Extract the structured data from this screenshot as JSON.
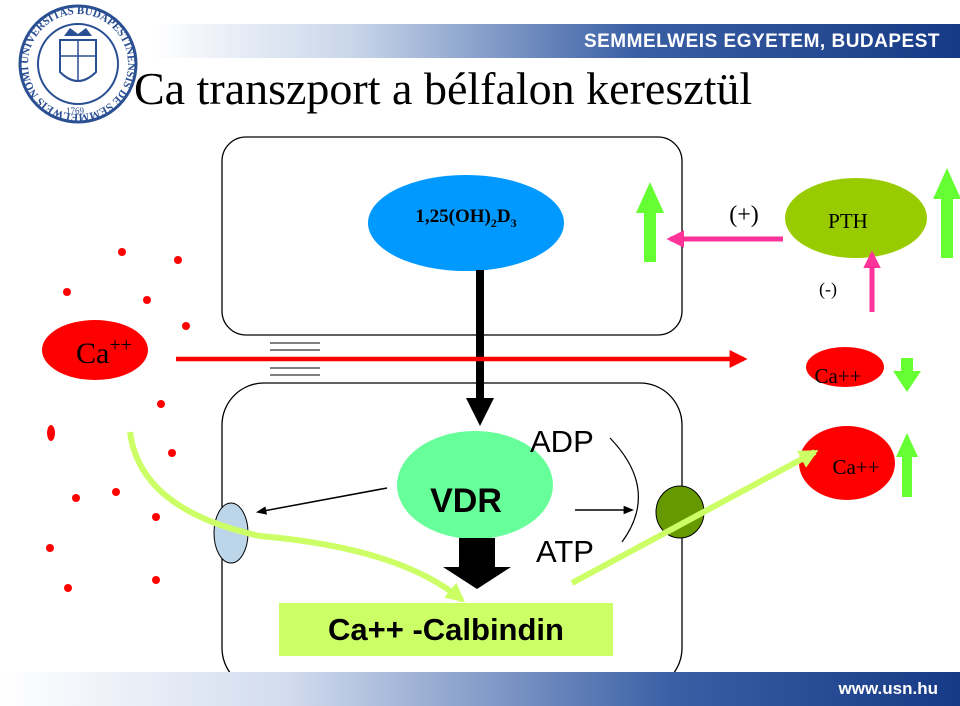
{
  "header": {
    "institution": "SEMMELWEIS EGYETEM, BUDAPEST",
    "seal_text": "UNIVERSITAS BUDAPESTINENSIS DE SEMMELWEIS NOMINATA",
    "seal_year": "1769",
    "accent_color": "#163a85"
  },
  "footer": {
    "url": "www.usn.hu"
  },
  "slide": {
    "title": "Ca transzport a bélfalon keresztül"
  },
  "labels": {
    "vitd_base": "1,25(OH)",
    "vitd_sub1": "2",
    "vitd_mid": "D",
    "vitd_sub2": "3",
    "pth": "PTH",
    "plus": "(+)",
    "minus": "(-)",
    "ca_left_base": "Ca",
    "ca_left_sup": "++",
    "ca_mid": "Ca++",
    "ca_right": "Ca++",
    "vdr": "VDR",
    "adp": "ADP",
    "atp": "ATP",
    "calbindin": "Ca++ -Calbindin"
  },
  "colors": {
    "vitd_ellipse": "#0099ff",
    "pth_ellipse": "#99cc00",
    "ca_ellipse": "#ff0000",
    "vdr_ellipse": "#66ff99",
    "calbindin_box": "#ccff66",
    "pump": "#669900",
    "channel": "#bcd5e8",
    "green_arrow": "#66ff33",
    "pink_arrow": "#ff3399",
    "red_arrow": "#ff0000",
    "flow_arrow": "#ccff66"
  },
  "icons": [
    "university-seal-icon",
    "up-arrow-icon",
    "down-arrow-icon"
  ]
}
